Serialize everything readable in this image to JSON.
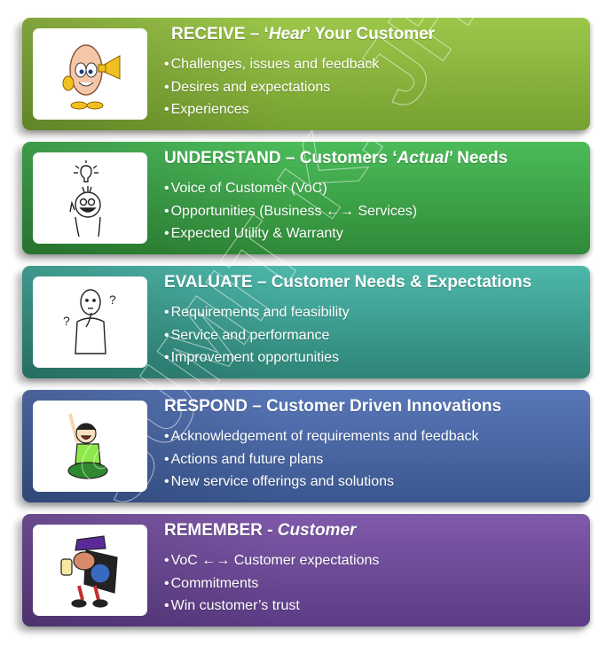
{
  "colors": {
    "receive": [
      "#9dc74a",
      "#76a030"
    ],
    "understand": [
      "#4cbc5a",
      "#2f8a38"
    ],
    "evaluate": [
      "#4db8aa",
      "#2e8477"
    ],
    "respond": [
      "#5877b8",
      "#3b5790"
    ],
    "remember": [
      "#7f5aaa",
      "#5c3c85"
    ]
  },
  "watermark": "SUMIT K. JHA",
  "cards": [
    {
      "id": "receive",
      "title_pre": "RECEIVE – ‘",
      "title_em": "Hear",
      "title_post": "’ Your Customer",
      "icon": "ear-megaphone-cartoon",
      "bullets": [
        "Challenges, issues and feedback",
        "Desires and expectations",
        "Experiences"
      ]
    },
    {
      "id": "understand",
      "title_pre": "UNDERSTAND – Customers ‘",
      "title_em": "Actual",
      "title_post": "’ Needs",
      "icon": "idea-lightbulb-cartoon",
      "bullets": [
        "Voice of Customer (VoC)",
        "Opportunities (Business ←→ Services)",
        "Expected Utility & Warranty"
      ]
    },
    {
      "id": "evaluate",
      "title_pre": "EVALUATE – Customer Needs & Expectations",
      "title_em": "",
      "title_post": "",
      "icon": "thinking-person-cartoon",
      "bullets": [
        "Requirements and feasibility",
        "Service and performance",
        "Improvement opportunities"
      ]
    },
    {
      "id": "respond",
      "title_pre": "RESPOND – Customer Driven Innovations",
      "title_em": "",
      "title_post": "",
      "icon": "cheering-child-cartoon",
      "bullets": [
        "Acknowledgement of requirements and feedback",
        "Actions  and future plans",
        "New service offerings and solutions"
      ]
    },
    {
      "id": "remember",
      "title_pre": "REMEMBER - ",
      "title_em": "Customer",
      "title_post": "",
      "icon": "character-with-lantern-cartoon",
      "bullets": [
        "VoC ←→ Customer expectations",
        "Commitments",
        "Win customer’s trust"
      ]
    }
  ]
}
